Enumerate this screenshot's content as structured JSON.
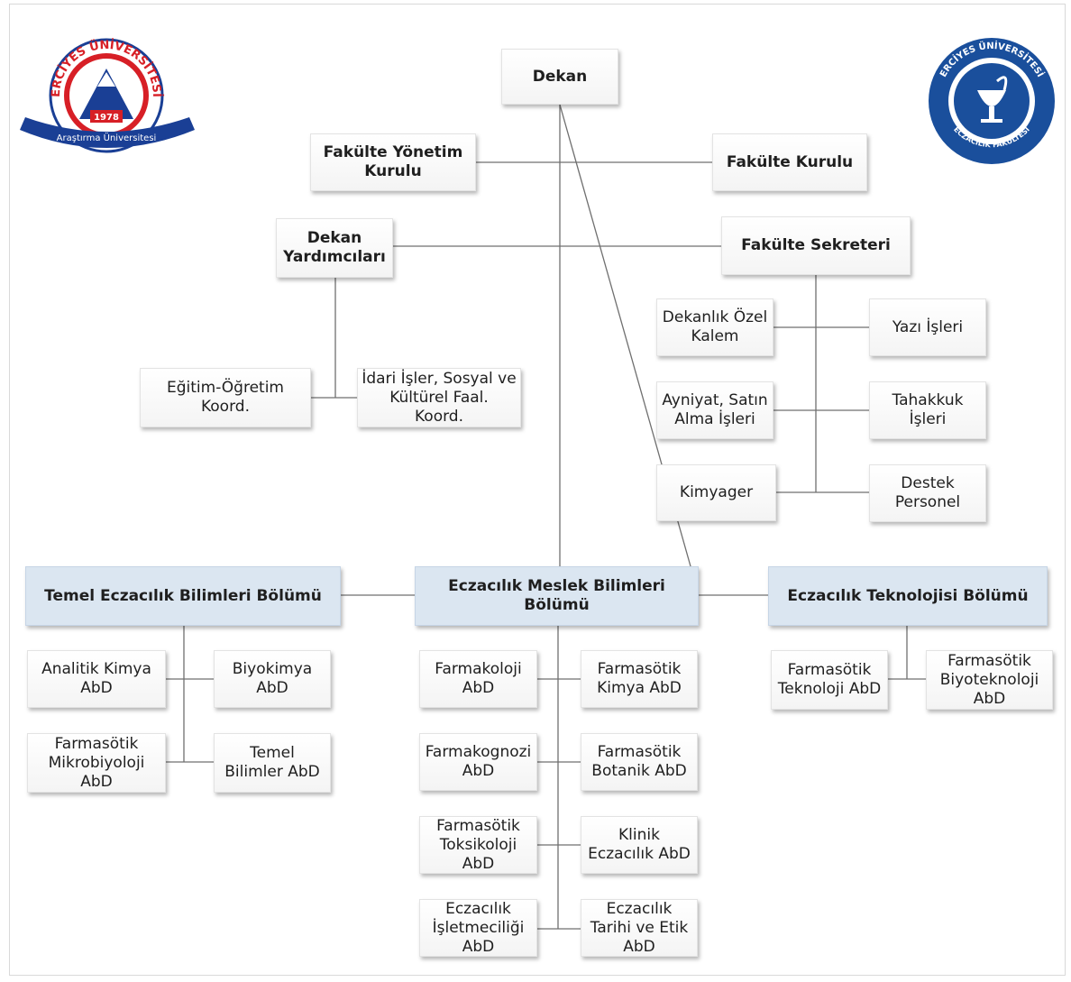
{
  "logos": {
    "left": {
      "arc_text": "ERCİYES ÜNİVERSİTESİ",
      "year": "1978",
      "banner": "Araştırma Üniversitesi",
      "color": "#1a3f95",
      "accent": "#d71f26"
    },
    "right": {
      "arc_text": "ERCİYES ÜNİVERSİTESİ",
      "bottom_text": "ECZACILIK FAKÜLTESİ",
      "color": "#1a4f9c"
    }
  },
  "nodes": {
    "dekan": "Dekan",
    "fakulte_yonetim_kurulu": "Fakülte Yönetim\nKurulu",
    "fakulte_kurulu": "Fakülte Kurulu",
    "dekan_yardimcilari": "Dekan\nYardımcıları",
    "fakulte_sekreteri": "Fakülte Sekreteri",
    "dekanlik_ozel_kalem": "Dekanlık Özel\nKalem",
    "yazi_isleri": "Yazı İşleri",
    "ayniyat": "Ayniyat, Satın\nAlma İşleri",
    "tahakkuk": "Tahakkuk\nİşleri",
    "kimyager": "Kimyager",
    "destek_personel": "Destek\nPersonel",
    "egitim_ogretim": "Eğitim-Öğretim\nKoord.",
    "idari_isler": "İdari İşler, Sosyal ve\nKültürel Faal.\nKoord."
  },
  "departments": {
    "temel": {
      "name": "Temel Eczacılık Bilimleri Bölümü",
      "units": [
        "Analitik Kimya\nAbD",
        "Biyokimya\nAbD",
        "Farmasötik\nMikrobiyoloji\nAbD",
        "Temel\nBilimler AbD"
      ]
    },
    "meslek": {
      "name": "Eczacılık Meslek Bilimleri\nBölümü",
      "units": [
        "Farmakoloji\nAbD",
        "Farmasötik\nKimya AbD",
        "Farmakognozi\nAbD",
        "Farmasötik\nBotanik AbD",
        "Farmasötik\nToksikoloji\nAbD",
        "Klinik\nEczacılık AbD",
        "Eczacılık\nİşletmeciliği\nAbD",
        "Eczacılık\nTarihi ve Etik\nAbD"
      ]
    },
    "teknoloji": {
      "name": "Eczacılık Teknolojisi Bölümü",
      "units": [
        "Farmasötik\nTeknoloji AbD",
        "Farmasötik\nBiyoteknoloji\nAbD"
      ]
    }
  },
  "colors": {
    "line": "#6f6f6f",
    "dept_fill": "#dbe6f1"
  }
}
